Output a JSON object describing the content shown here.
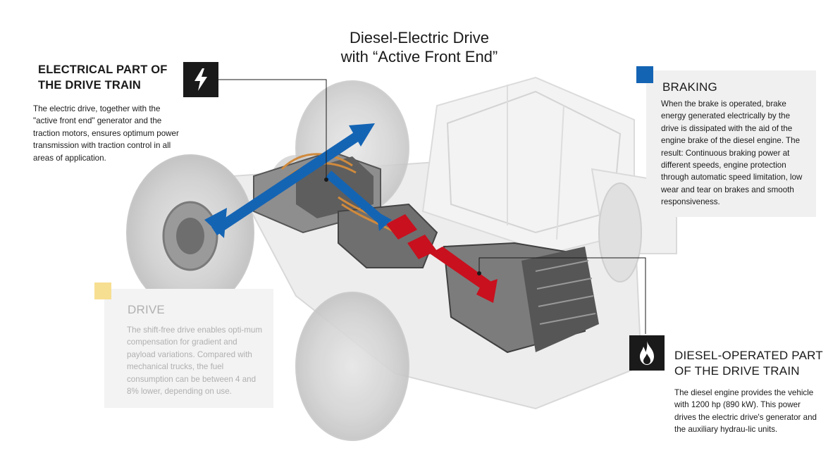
{
  "title": {
    "line1": "Diesel-Electric Drive",
    "line2": "with “Active Front End”"
  },
  "electrical": {
    "heading_line1": "ELECTRICAL PART OF",
    "heading_line2": "THE DRIVE TRAIN",
    "body": "The electric drive, together with the \"active front end\" generator and the traction motors, ensures optimum power transmission with traction control in all areas of application.",
    "icon": "lightning-bolt-icon"
  },
  "braking": {
    "heading": "BRAKING",
    "body": "When the brake is operated, brake energy generated electrically by the drive is dissipated with the aid of the engine brake of the diesel engine. The result: Continuous braking power at different speeds, engine protection through automatic speed limitation, low wear and tear on brakes and smooth responsiveness.",
    "marker_color": "#1464b4"
  },
  "drive": {
    "heading": "DRIVE",
    "body": "The shift-free drive enables opti-mum compensation for gradient and payload variations. Compared with mechanical trucks, the fuel consumption can be between 4 and 8% lower, depending on use.",
    "marker_color": "#f7df91"
  },
  "diesel": {
    "heading_line1": "DIESEL-OPERATED PART",
    "heading_line2": "OF THE DRIVE TRAIN",
    "body": "The diesel engine provides the vehicle with 1200 hp (890 kW). This power drives the electric drive's generator and the auxiliary hydrau-lic units.",
    "icon": "flame-icon"
  },
  "colors": {
    "blue_arrow": "#1464b4",
    "red_arrow": "#c8101e",
    "icon_bg": "#1a1a1a"
  }
}
